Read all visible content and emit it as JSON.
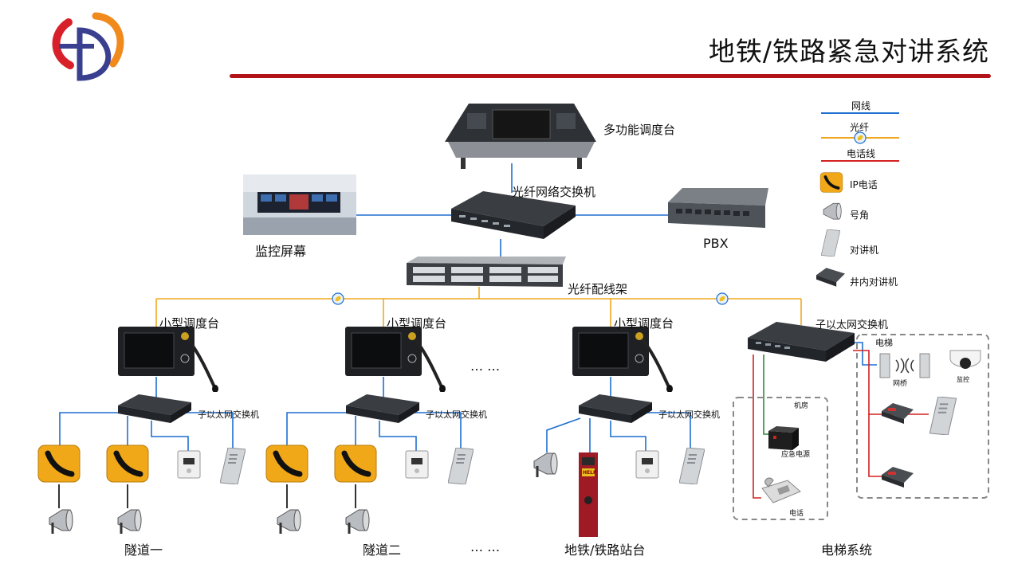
{
  "title": "地铁/铁路紧急对讲系统",
  "colors": {
    "network": "#1f6fd0",
    "fiber": "#f0a820",
    "phone_line": "#d42020",
    "title_bar": "#b21318",
    "power_line": "#2e8b3a"
  },
  "labels": {
    "console_main": "多功能调度台",
    "fiber_switch": "光纤网络交换机",
    "monitor_screen": "监控屏幕",
    "pbx": "PBX",
    "patch_panel": "光纤配线架",
    "mini_console": "小型调度台",
    "sub_switch": "子以太网交换机",
    "ellipsis": "…  …",
    "elevator": "电梯",
    "bridge": "网桥",
    "camera": "监控",
    "machine_room": "机房",
    "ups": "应急电源",
    "phone": "电话",
    "help": "HELP"
  },
  "groups": {
    "tunnel1": "隧道一",
    "tunnel2": "隧道二",
    "ellipsis": "…  …",
    "platform": "地铁/铁路站台",
    "elevator_system": "电梯系统"
  },
  "legend": {
    "network": "网线",
    "fiber": "光纤",
    "phone_line": "电话线",
    "ip_phone": "IP电话",
    "horn": "号角",
    "intercom": "对讲机",
    "well_intercom": "井内对讲机"
  },
  "icons": [
    "logo-icon",
    "ip-phone-icon",
    "horn-icon",
    "intercom-icon",
    "well-intercom-icon",
    "camera-icon",
    "bridge-icon",
    "ups-icon",
    "desk-phone-icon",
    "help-point-icon"
  ]
}
